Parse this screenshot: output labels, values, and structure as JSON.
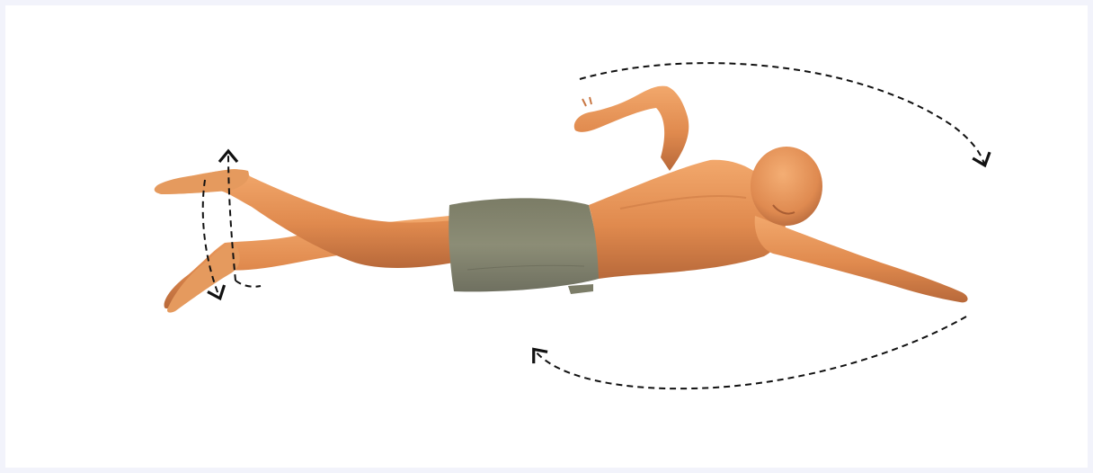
{
  "figure": {
    "subject": "freestyle-swimmer",
    "colors": {
      "background": "#ffffff",
      "page_border": "#f2f3fb",
      "skin": "#e08a4e",
      "skin_shade": "#b8693a",
      "skin_highlight": "#f2a86c",
      "shorts": "#8a8a72",
      "shorts_shade": "#6f7060",
      "arrow": "#111111"
    },
    "icons": [
      "arm-rotation-arrow",
      "leg-kick-arrow"
    ]
  }
}
